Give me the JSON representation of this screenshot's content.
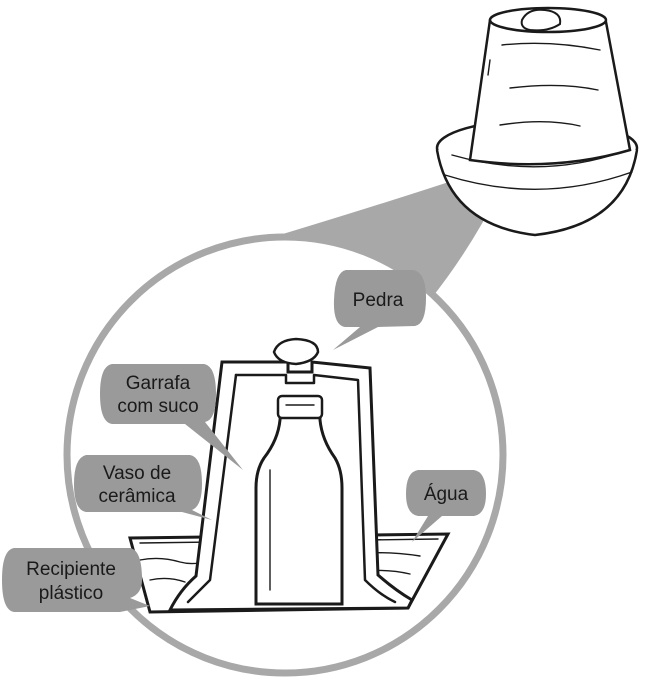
{
  "labels": {
    "pedra": "Pedra",
    "garrafa_line1": "Garrafa",
    "garrafa_line2": "com suco",
    "vaso_line1": "Vaso de",
    "vaso_line2": "cerâmica",
    "agua": "Água",
    "recipiente_line1": "Recipiente",
    "recipiente_line2": "plástico"
  },
  "colors": {
    "ink": "#1a1a1a",
    "callout": "#9a9a9a",
    "zoom_ring": "#a8a8a8"
  }
}
